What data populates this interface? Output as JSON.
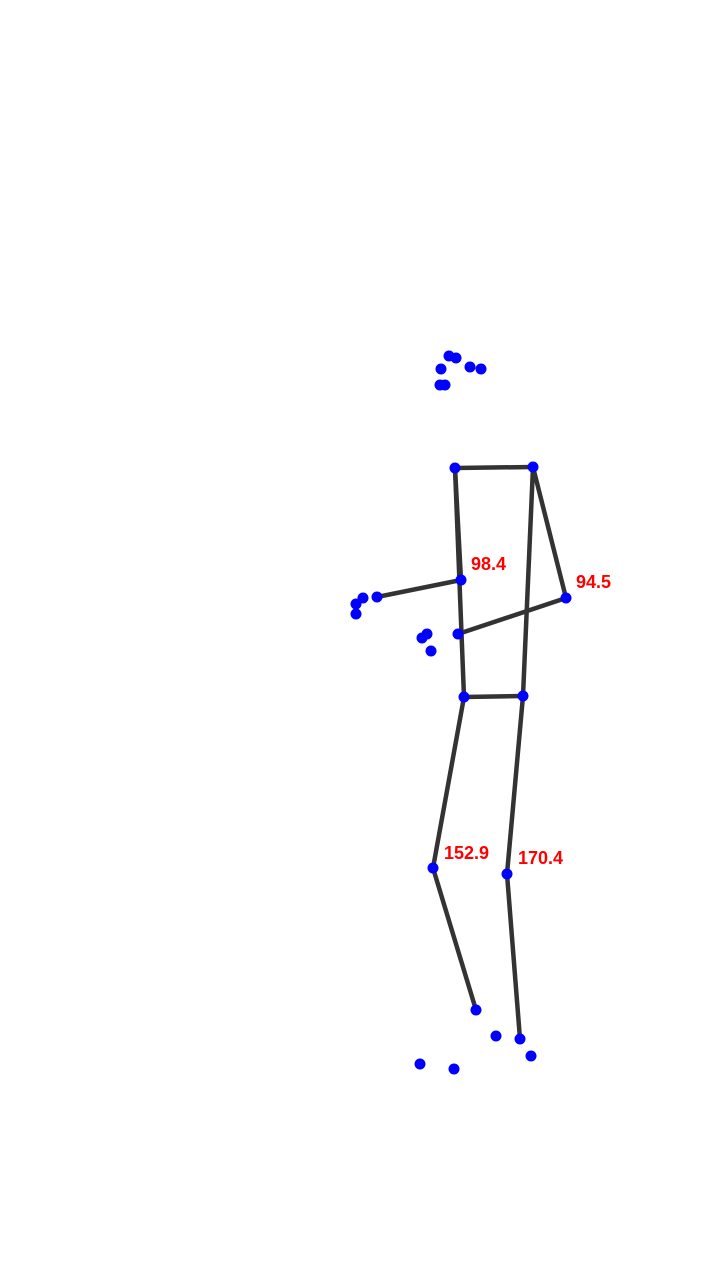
{
  "colors": {
    "background": "#ffffff",
    "bone": "#333333",
    "joint": "#0000ff",
    "angle_text": "#ff0000"
  },
  "angles": [
    {
      "id": "left-elbow",
      "value": "98.4"
    },
    {
      "id": "right-elbow",
      "value": "94.5"
    },
    {
      "id": "left-knee",
      "value": "152.9"
    },
    {
      "id": "right-knee",
      "value": "170.4"
    }
  ]
}
